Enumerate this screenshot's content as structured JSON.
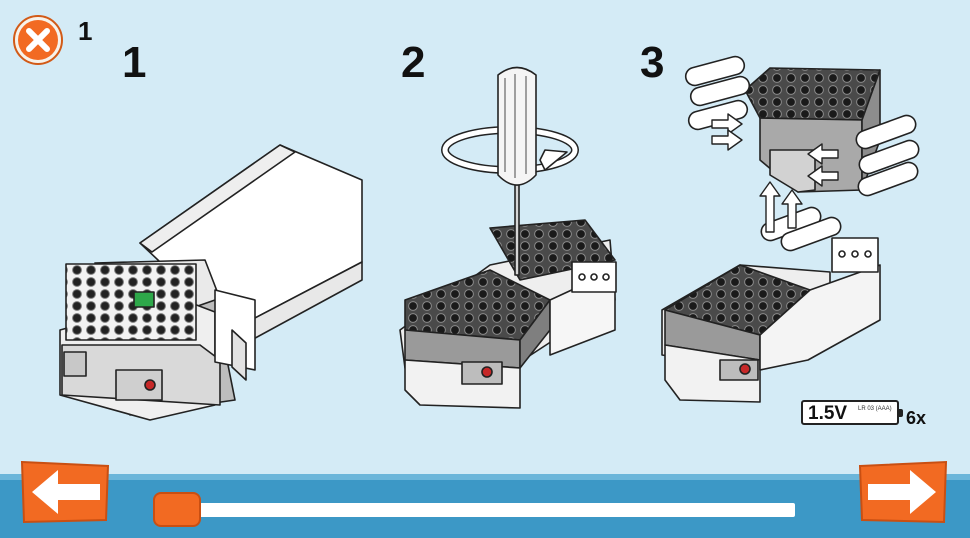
{
  "page": {
    "number": "1"
  },
  "steps": [
    {
      "number": "1"
    },
    {
      "number": "2"
    },
    {
      "number": "3"
    }
  ],
  "battery": {
    "voltage": "1.5V",
    "type": "LR 03 (AAA)",
    "quantity": "6x"
  },
  "navigation": {
    "slider_progress": 0.0
  },
  "colors": {
    "background": "#d4ebf6",
    "accent": "#f26a22",
    "bar": "#3c98c6"
  },
  "icons": {
    "close": "close-x-icon",
    "prev": "arrow-left-icon",
    "next": "arrow-right-icon"
  }
}
